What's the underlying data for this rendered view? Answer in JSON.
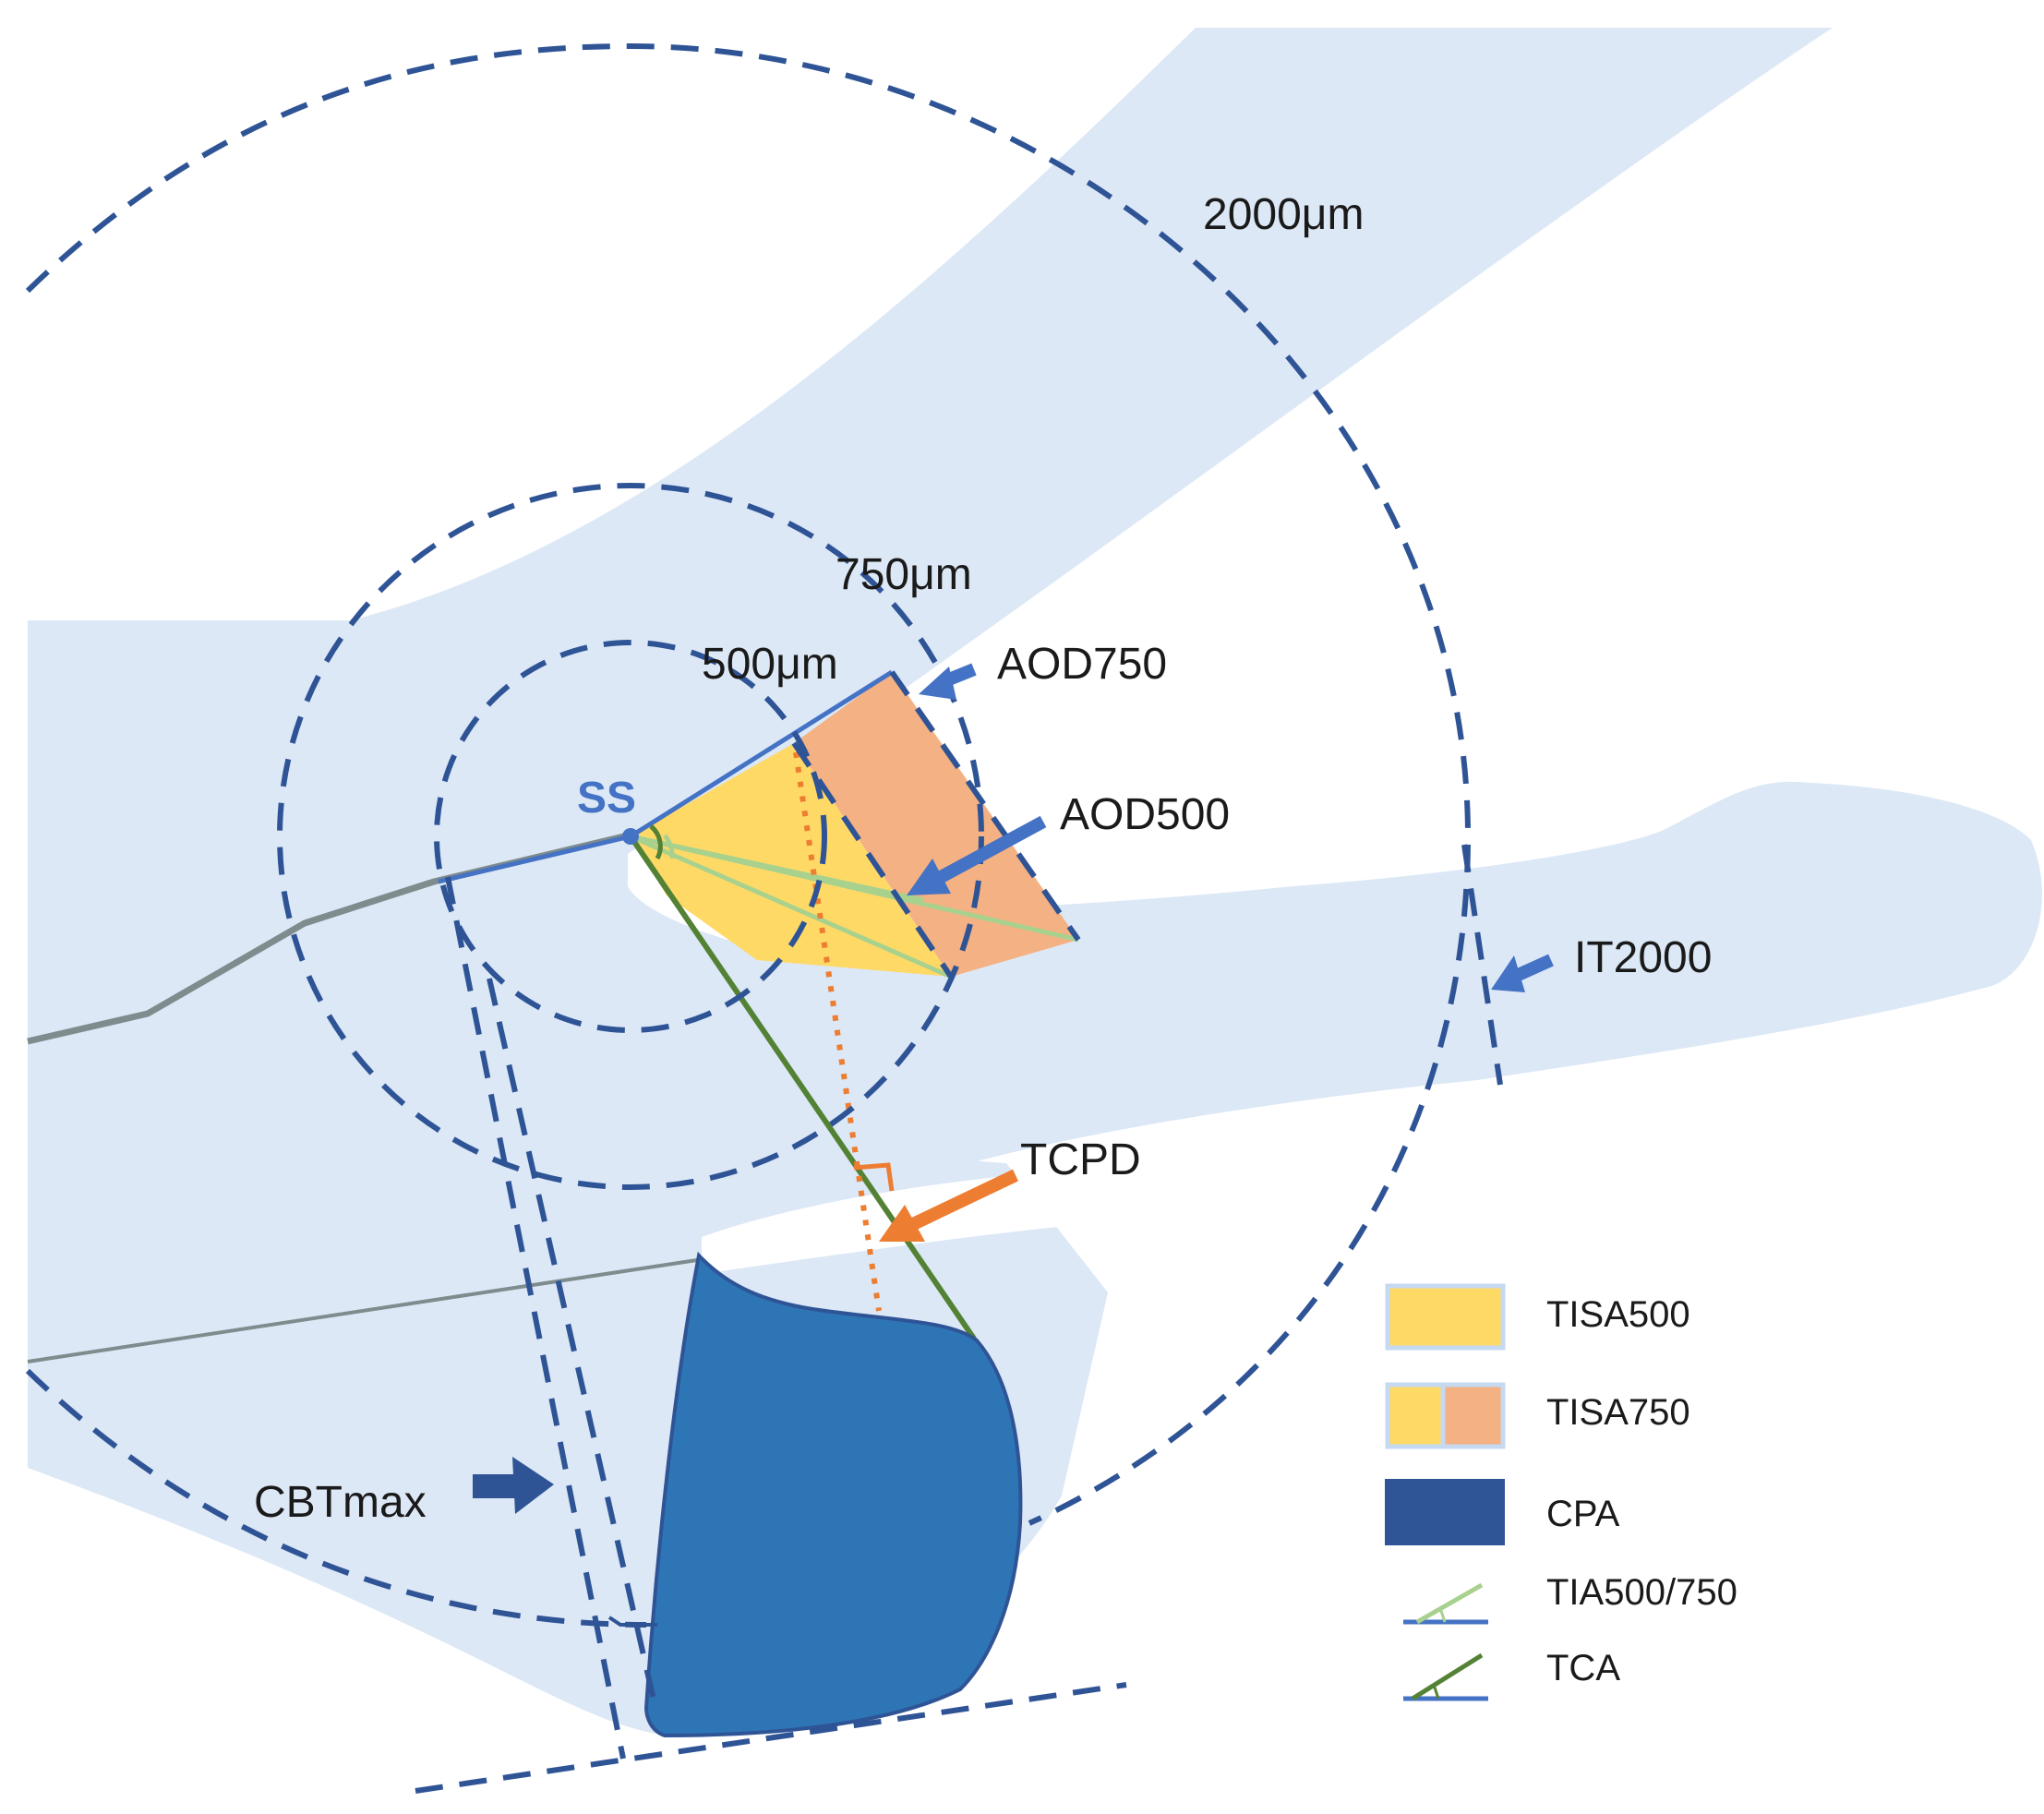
{
  "labels": {
    "ss": "SS",
    "r2000": "2000μm",
    "r750": "750μm",
    "r500": "500μm",
    "aod750": "AOD750",
    "aod500": "AOD500",
    "it2000": "IT2000",
    "tcpd": "TCPD",
    "cbtmax": "CBTmax"
  },
  "legend": [
    {
      "label": "TISA500",
      "icon": "tisa500-swatch"
    },
    {
      "label": "TISA750",
      "icon": "tisa750-swatch"
    },
    {
      "label": "CPA",
      "icon": "cpa-swatch"
    },
    {
      "label": "TIA500/750",
      "icon": "tia-angle-icon"
    },
    {
      "label": "TCA",
      "icon": "tca-angle-icon"
    }
  ],
  "colors": {
    "tissue": "#dce8f6",
    "dashed": "#2f5496",
    "iris_line": "#4472c4",
    "tisa500": "#ffd966",
    "tisa750_extra": "#f4b183",
    "cpa": "#2e75b6",
    "cpa_legend": "#2f5597",
    "tia": "#a9d18e",
    "tca": "#548235",
    "tcpd": "#ed7d31",
    "gray_line": "#7f8c8d"
  }
}
